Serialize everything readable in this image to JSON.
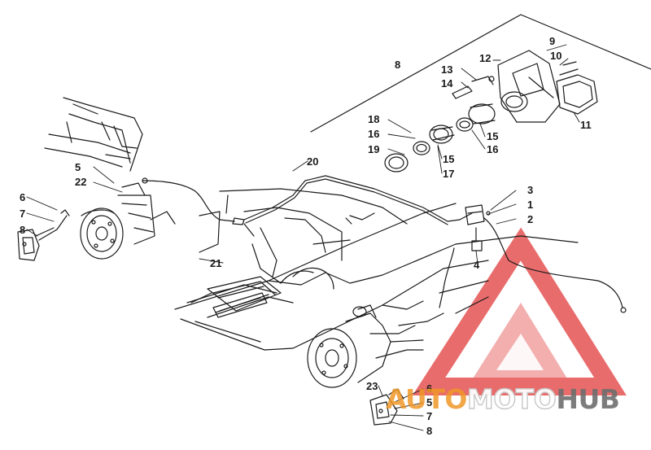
{
  "callouts": {
    "c1": "1",
    "c2": "2",
    "c3": "3",
    "c4": "4",
    "c5a": "5",
    "c5b": "5",
    "c6a": "6",
    "c6b": "6",
    "c7a": "7",
    "c7b": "7",
    "c8a": "8",
    "c8b": "8",
    "c8c": "8",
    "c9": "9",
    "c10": "10",
    "c11": "11",
    "c12": "12",
    "c13": "13",
    "c14": "14",
    "c15a": "15",
    "c15b": "15",
    "c16a": "16",
    "c16b": "16",
    "c17": "17",
    "c18": "18",
    "c19": "19",
    "c20": "20",
    "c21": "21",
    "c22": "22",
    "c23": "23"
  },
  "watermark": {
    "part1": "AUTO",
    "part2": "MOTO",
    "part3": "HUB",
    "logo": "triangle-logo",
    "colors": {
      "red": "#e23b3b",
      "orange": "#ee9628",
      "grey": "#6e6e6e"
    }
  },
  "diagram_colors": {
    "line": "#1a1a1a",
    "background": "#ffffff"
  }
}
